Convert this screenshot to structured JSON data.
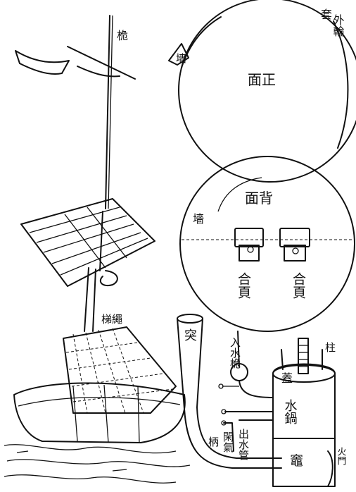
{
  "labels": {
    "mast": "桅",
    "outer_cover": "套",
    "outer_wheel": "外輪",
    "front_wall": "墻",
    "front_face": "面正",
    "back_face": "面背",
    "back_wall": "墻",
    "hinge_left": "合頁",
    "hinge_right": "合頁",
    "ladder_rope": "梯繩",
    "chimney": "突",
    "water_valve": "入水桅",
    "pillar": "柱",
    "lid": "蓋",
    "water_pot": "水鍋",
    "handle": "柄",
    "air_valve": "閑氣",
    "outlet_pipe": "出水管",
    "furnace": "竈",
    "fire_door": "火門"
  }
}
